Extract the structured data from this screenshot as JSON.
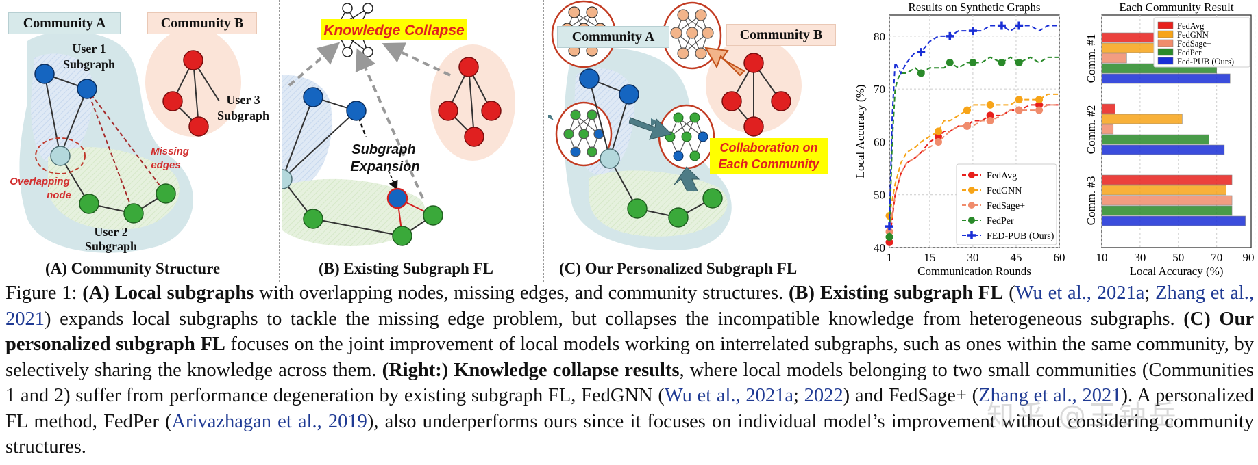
{
  "panels": {
    "a": {
      "community_a": "Community A",
      "community_b": "Community B",
      "user1": [
        "User 1",
        "Subgraph"
      ],
      "user2": [
        "User 2",
        "Subgraph"
      ],
      "user3": [
        "User 3",
        "Subgraph"
      ],
      "missing_edges": [
        "Missing",
        "edges"
      ],
      "overlapping_node": [
        "Overlapping",
        "node"
      ],
      "caption": "(A) Community Structure"
    },
    "b": {
      "knowledge_collapse": "Knowledge Collapse",
      "subgraph_expansion": [
        "Subgraph",
        "Expansion"
      ],
      "caption": "(B) Existing Subgraph FL"
    },
    "c": {
      "community_a": "Community A",
      "community_b": "Community B",
      "collaboration": [
        "Collaboration on",
        "Each Community"
      ],
      "caption": "(C) Our Personalized Subgraph FL"
    }
  },
  "colors": {
    "FedAvg": "#e8201c",
    "FedGNN": "#f7a418",
    "FedSage+": "#f08c6c",
    "FedPer": "#2a8a2a",
    "FED-PUB": "#1a2fd6",
    "community_a_bg": "#d7e9ea",
    "community_b_bg": "#fbe4d8",
    "node_blue": "#1565c0",
    "node_red": "#e02020",
    "node_green": "#3aa93a",
    "node_light": "#b4d8dc",
    "highlight_yellow": "#ffff00"
  },
  "chart_data": [
    {
      "type": "line",
      "title": "Results on Synthetic Graphs",
      "xlabel": "Communication Rounds",
      "ylabel": "Local Accuracy (%)",
      "xlim": [
        1,
        60
      ],
      "ylim": [
        40,
        84
      ],
      "xticks": [
        "1",
        "15",
        "30",
        "45",
        "60"
      ],
      "yticks": [
        "40",
        "50",
        "60",
        "70",
        "80"
      ],
      "grid": true,
      "legend_position": "lower-right",
      "series": [
        {
          "name": "FedAvg",
          "x": [
            1,
            3,
            5,
            7,
            10,
            12,
            15,
            18,
            20,
            22,
            25,
            28,
            30,
            33,
            36,
            40,
            43,
            46,
            50,
            53,
            56,
            60
          ],
          "values": [
            41,
            50,
            54,
            56,
            57,
            58,
            60,
            61,
            62,
            62,
            63,
            63,
            64,
            64,
            65,
            65,
            66,
            66,
            67,
            67,
            67,
            67
          ]
        },
        {
          "name": "FedGNN",
          "x": [
            1,
            3,
            5,
            7,
            10,
            12,
            15,
            18,
            20,
            22,
            25,
            28,
            30,
            33,
            36,
            40,
            43,
            46,
            50,
            53,
            56,
            60
          ],
          "values": [
            46,
            52,
            56,
            58,
            59,
            60,
            61,
            62,
            64,
            64,
            65,
            66,
            67,
            67,
            67,
            67,
            67,
            68,
            68,
            68,
            69,
            69
          ]
        },
        {
          "name": "FedSage+",
          "x": [
            1,
            3,
            5,
            7,
            10,
            12,
            15,
            18,
            20,
            22,
            25,
            28,
            30,
            33,
            36,
            40,
            43,
            46,
            50,
            53,
            56,
            60
          ],
          "values": [
            43,
            50,
            54,
            56,
            57,
            58,
            59,
            60,
            61,
            62,
            63,
            63,
            63,
            64,
            64,
            65,
            66,
            66,
            66,
            66,
            67,
            67
          ]
        },
        {
          "name": "FedPer",
          "x": [
            1,
            2,
            3,
            4,
            5,
            7,
            10,
            12,
            15,
            18,
            20,
            22,
            25,
            28,
            30,
            33,
            36,
            40,
            43,
            46,
            50,
            53,
            56,
            60
          ],
          "values": [
            42,
            60,
            70,
            72,
            73,
            73,
            74,
            73,
            74,
            74,
            74,
            75,
            74,
            75,
            75,
            75,
            76,
            75,
            76,
            75,
            76,
            75,
            76,
            76
          ]
        },
        {
          "name": "FED-PUB (Ours)",
          "x": [
            1,
            2,
            3,
            4,
            5,
            7,
            10,
            12,
            15,
            18,
            20,
            22,
            25,
            28,
            30,
            33,
            36,
            40,
            43,
            46,
            50,
            53,
            56,
            60
          ],
          "values": [
            44,
            65,
            75,
            74,
            73,
            75,
            77,
            77,
            79,
            80,
            80,
            80,
            81,
            81,
            81,
            81,
            82,
            82,
            81,
            82,
            82,
            81,
            82,
            82
          ]
        }
      ]
    },
    {
      "type": "bar",
      "orientation": "horizontal",
      "title": "Each Community Result",
      "xlabel": "Local Accuracy (%)",
      "xlim": [
        10,
        88
      ],
      "xticks": [
        "10",
        "30",
        "50",
        "70",
        "90"
      ],
      "categories": [
        "Comm. #1",
        "Comm. #2",
        "Comm. #3"
      ],
      "legend_position": "top-right",
      "series": [
        {
          "name": "FedAvg",
          "values": [
            46,
            17,
            78
          ]
        },
        {
          "name": "FedGNN",
          "values": [
            40,
            52,
            75
          ]
        },
        {
          "name": "FedSage+",
          "values": [
            23,
            16,
            78
          ]
        },
        {
          "name": "FedPer",
          "values": [
            70,
            66,
            78
          ]
        },
        {
          "name": "Fed-PUB (Ours)",
          "values": [
            77,
            74,
            85
          ]
        }
      ]
    }
  ],
  "caption": {
    "figure_label": "Figure 1:",
    "a_bold": "(A) Local subgraphs",
    "a_text": "with overlapping nodes, missing edges, and community structures.",
    "b_bold": "(B) Existing subgraph FL",
    "cite_wu_2021a": "Wu et al., 2021a",
    "cite_zhang_2021": "Zhang et al., 2021",
    "b_text": "expands local subgraphs to tackle the missing edge problem, but collapses the incompatible knowledge from heterogeneous subgraphs.",
    "c_bold": "(C) Our personalized subgraph FL",
    "c_text": "focuses on the joint improvement of local models working on interrelated subgraphs, such as ones within the same community, by selectively sharing the knowledge across them.",
    "right_bold": "(Right:) Knowledge collapse results",
    "right_text_1": ", where local models belonging to two small communities (Communities 1 and 2) suffer from performance degeneration by existing subgraph FL, FedGNN (",
    "cite_wu_2021a_2": "Wu et al., 2021a",
    "cite_2022": "2022",
    "right_text_2": ") and FedSage+ (",
    "cite_zhang_2021_2": "Zhang et al., 2021",
    "right_text_3": "). A personalized FL method, FedPer (",
    "cite_arivazhagan": "Arivazhagan et al., 2019",
    "right_text_4": "), also underperforms ours since it focuses on individual model’s improvement without considering community structures."
  },
  "watermark": "知乎 @王钟岳"
}
